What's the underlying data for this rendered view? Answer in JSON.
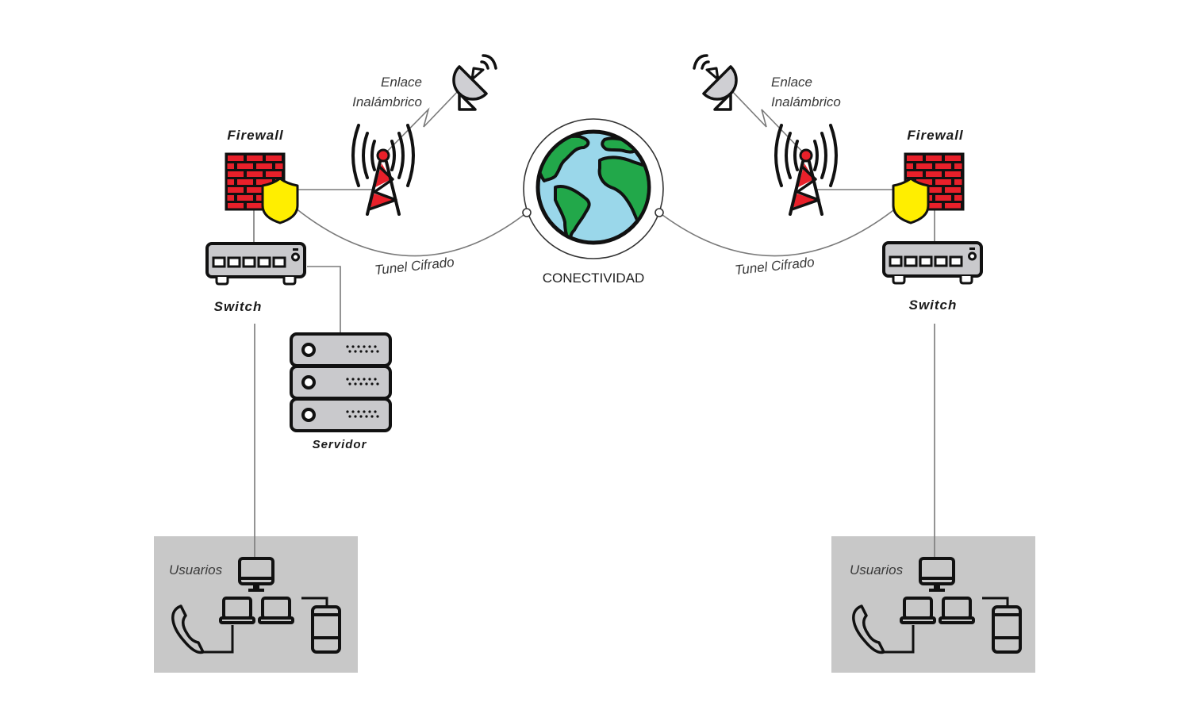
{
  "diagram": {
    "center": {
      "label": "CONECTIVIDAD",
      "icon": "globe-icon"
    },
    "sites": [
      {
        "side": "left",
        "firewall_label": "Firewall",
        "switch_label": "Switch",
        "server_label": "Servidor",
        "wireless_label_line1": "Enlace",
        "wireless_label_line2": "Inalámbrico",
        "tunnel_label": "Tunel Cifrado",
        "users_label": "Usuarios"
      },
      {
        "side": "right",
        "firewall_label": "Firewall",
        "switch_label": "Switch",
        "wireless_label_line1": "Enlace",
        "wireless_label_line2": "Inalámbrico",
        "tunnel_label": "Tunel Cifrado",
        "users_label": "Usuarios"
      }
    ],
    "colors": {
      "firewall_brick": "#e8202a",
      "shield": "#ffee00",
      "device_gray": "#c9c9cc",
      "dish_gray": "#cfcfd3",
      "ocean": "#9ad7ea",
      "land": "#22a84a",
      "users_box": "#c8c8c8",
      "line": "#7a7a7a"
    }
  }
}
